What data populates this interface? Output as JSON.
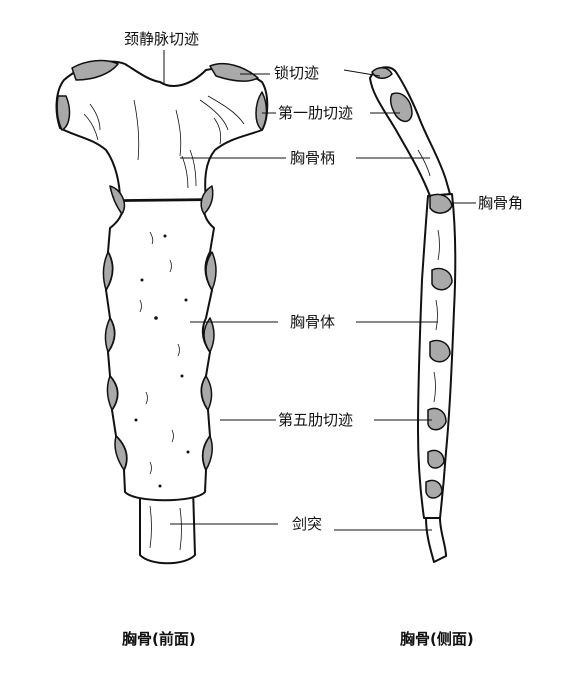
{
  "labels": {
    "jugular_notch": "颈静脉切迹",
    "clavicular_notch": "锁切迹",
    "first_costal_notch": "第一肋切迹",
    "manubrium": "胸骨柄",
    "sternal_angle": "胸骨角",
    "sternal_body": "胸骨体",
    "fifth_costal_notch": "第五肋切迹",
    "xiphoid": "剑突"
  },
  "captions": {
    "front": "胸骨(前面)",
    "side": "胸骨(侧面)"
  },
  "colors": {
    "outline": "#111111",
    "bone_fill": "#ffffff",
    "cartilage_fill": "#a9a9a9"
  }
}
